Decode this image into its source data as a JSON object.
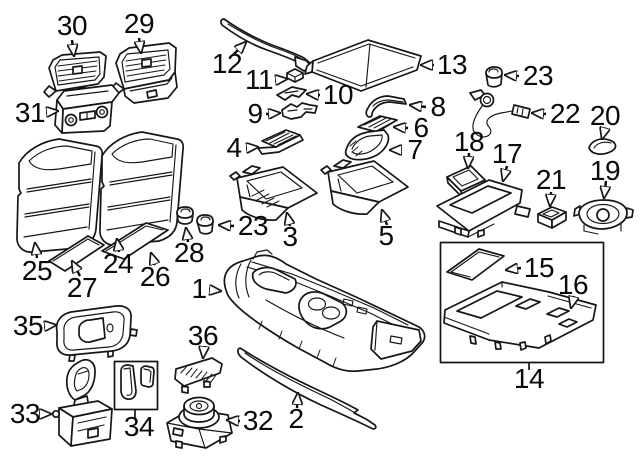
{
  "diagram": {
    "type": "exploded-parts-diagram",
    "background": "#ffffff",
    "line_color": "#161616",
    "callouts": {
      "c1": {
        "label": "1"
      },
      "c2": {
        "label": "2"
      },
      "c3": {
        "label": "3"
      },
      "c4": {
        "label": "4"
      },
      "c5": {
        "label": "5"
      },
      "c6": {
        "label": "6"
      },
      "c7": {
        "label": "7"
      },
      "c8": {
        "label": "8"
      },
      "c9": {
        "label": "9"
      },
      "c10": {
        "label": "10"
      },
      "c11": {
        "label": "11"
      },
      "c12": {
        "label": "12"
      },
      "c13": {
        "label": "13"
      },
      "c14": {
        "label": "14"
      },
      "c15": {
        "label": "15"
      },
      "c16": {
        "label": "16"
      },
      "c17": {
        "label": "17"
      },
      "c18": {
        "label": "18"
      },
      "c19": {
        "label": "19"
      },
      "c20": {
        "label": "20"
      },
      "c21": {
        "label": "21"
      },
      "c22": {
        "label": "22"
      },
      "c23_top": {
        "label": "23"
      },
      "c23_mid": {
        "label": "23"
      },
      "c24": {
        "label": "24"
      },
      "c25": {
        "label": "25"
      },
      "c26": {
        "label": "26"
      },
      "c27": {
        "label": "27"
      },
      "c28": {
        "label": "28"
      },
      "c29": {
        "label": "29"
      },
      "c30": {
        "label": "30"
      },
      "c31": {
        "label": "31"
      },
      "c32": {
        "label": "32"
      },
      "c33": {
        "label": "33"
      },
      "c34": {
        "label": "34"
      },
      "c35": {
        "label": "35"
      },
      "c36": {
        "label": "36"
      }
    }
  }
}
